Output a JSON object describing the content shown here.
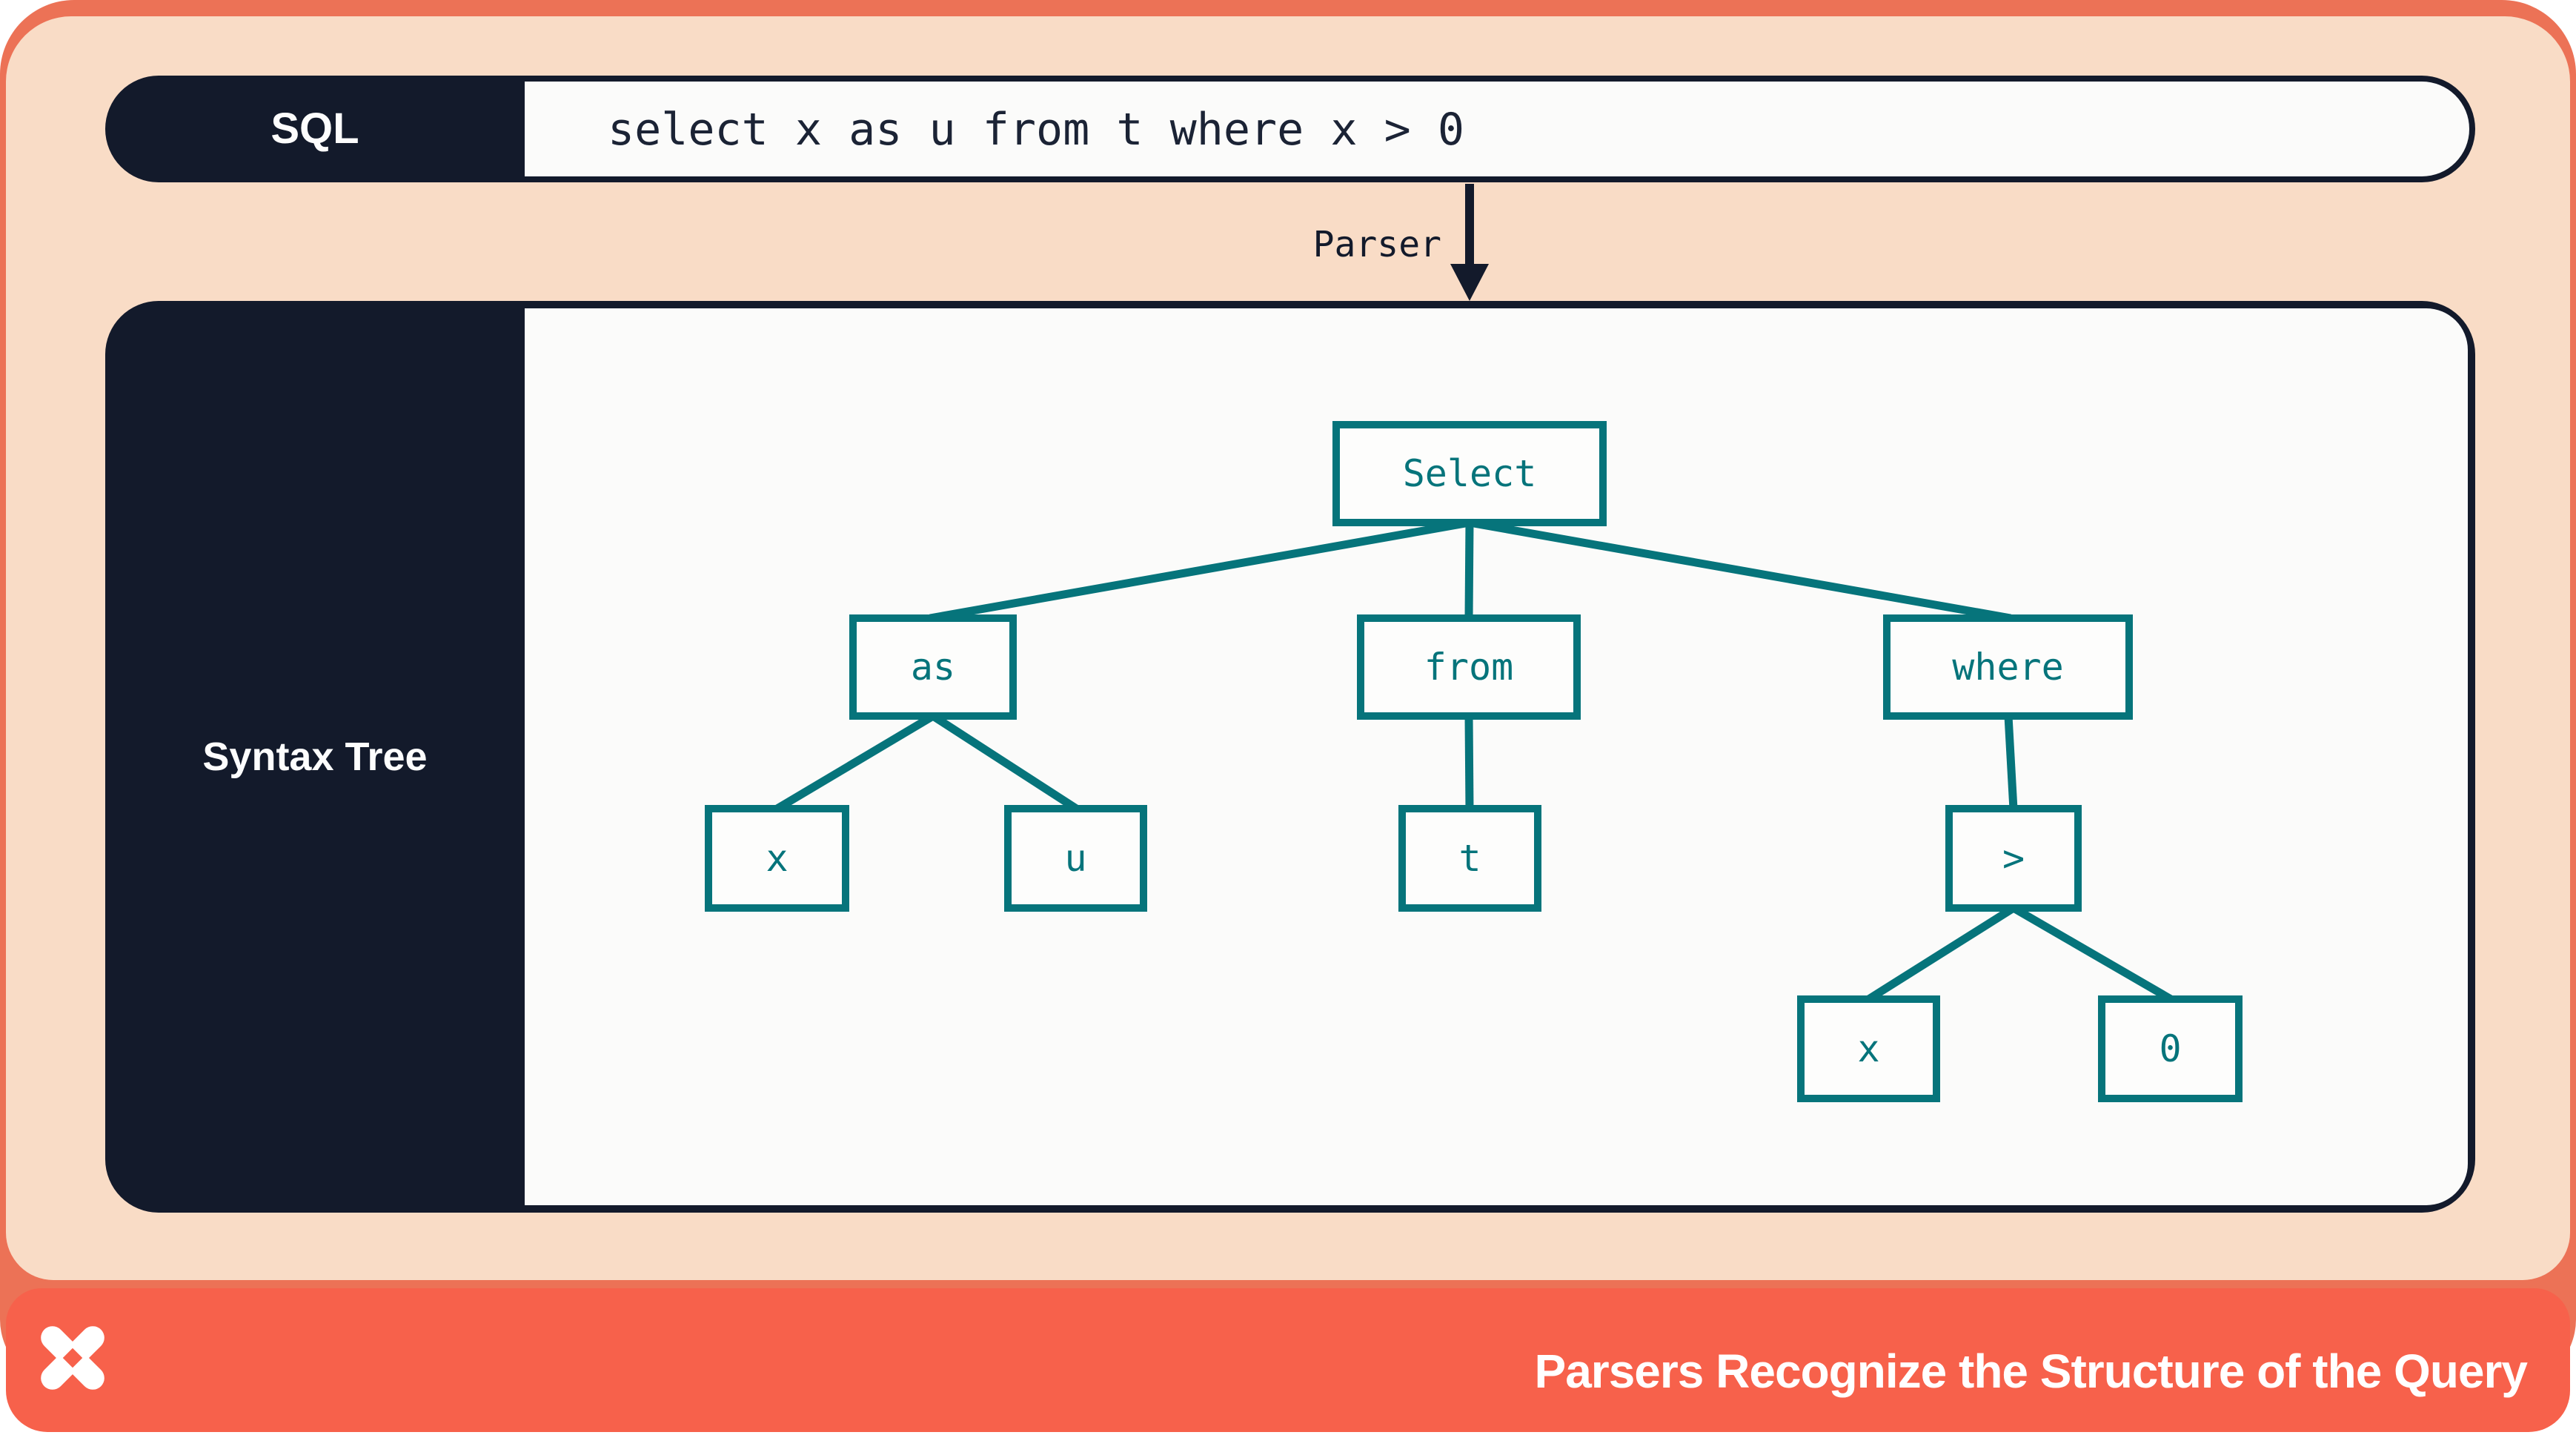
{
  "colors": {
    "frame_coral": "#ec7256",
    "footer_coral": "#f7614b",
    "peach_background": "#f9dcc6",
    "dark_navy": "#131a2b",
    "teal": "#06747b",
    "content_white": "#fbfbfa"
  },
  "sql_bar": {
    "label": "SQL",
    "query": "select x as u from t where x > 0"
  },
  "parser_arrow": {
    "label": "Parser"
  },
  "syntax_tree": {
    "label": "Syntax Tree",
    "nodes": [
      {
        "id": "select",
        "label": "Select"
      },
      {
        "id": "as",
        "label": "as"
      },
      {
        "id": "from",
        "label": "from"
      },
      {
        "id": "where",
        "label": "where"
      },
      {
        "id": "x1",
        "label": "x"
      },
      {
        "id": "u",
        "label": "u"
      },
      {
        "id": "t",
        "label": "t"
      },
      {
        "id": "gt",
        "label": ">"
      },
      {
        "id": "x2",
        "label": "x"
      },
      {
        "id": "zero",
        "label": "0"
      }
    ],
    "edges": [
      [
        "select",
        "as"
      ],
      [
        "select",
        "from"
      ],
      [
        "select",
        "where"
      ],
      [
        "as",
        "x1"
      ],
      [
        "as",
        "u"
      ],
      [
        "from",
        "t"
      ],
      [
        "where",
        "gt"
      ],
      [
        "gt",
        "x2"
      ],
      [
        "gt",
        "zero"
      ]
    ]
  },
  "footer": {
    "title": "Parsers Recognize the Structure of the Query",
    "logo": "dolt-logo"
  }
}
